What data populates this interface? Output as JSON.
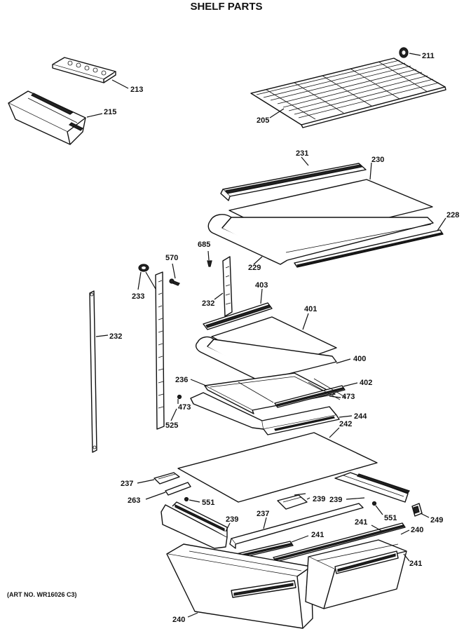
{
  "title": "SHELF PARTS",
  "art_number": "(ART NO. WR16026 C3)",
  "callouts": {
    "c211": "211",
    "c213": "213",
    "c215": "215",
    "c205": "205",
    "c231": "231",
    "c230": "230",
    "c228": "228",
    "c685": "685",
    "c570": "570",
    "c229": "229",
    "c233": "233",
    "c403": "403",
    "c232a": "232",
    "c232b": "232",
    "c401": "401",
    "c400": "400",
    "c236": "236",
    "c402": "402",
    "c473a": "473",
    "c473b": "473",
    "c525": "525",
    "c244": "244",
    "c242": "242",
    "c237a": "237",
    "c263": "263",
    "c551a": "551",
    "c239a": "239",
    "c239b": "239",
    "c239c": "239",
    "c237b": "237",
    "c241a": "241",
    "c241b": "241",
    "c241c": "241",
    "c241d": "241",
    "c551b": "551",
    "c249": "249",
    "c240a": "240",
    "c240b": "240"
  }
}
